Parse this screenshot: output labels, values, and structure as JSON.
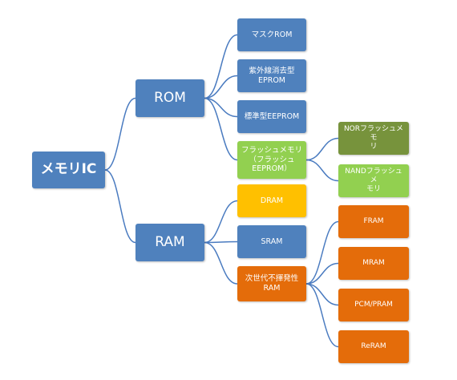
{
  "colors": {
    "blue": "#4f81bd",
    "green_dark": "#77933c",
    "green_light": "#92d050",
    "yellow": "#ffc000",
    "orange": "#e46c0a",
    "connector": "#4a7bc0"
  },
  "nodes": {
    "root": {
      "label": "メモリIC",
      "color": "#4f81bd"
    },
    "rom": {
      "label": "ROM",
      "color": "#4f81bd"
    },
    "ram": {
      "label": "RAM",
      "color": "#4f81bd"
    },
    "mask_rom": {
      "label": "マスクROM",
      "color": "#4f81bd"
    },
    "uv_eprom": {
      "label": "紫外線消去型\nEPROM",
      "color": "#4f81bd"
    },
    "std_eeprom": {
      "label": "標準型EEPROM",
      "color": "#4f81bd"
    },
    "flash": {
      "label": "フラッシュメモリ\n（フラッシュ\nEEPROM）",
      "color": "#92d050"
    },
    "dram": {
      "label": "DRAM",
      "color": "#ffc000"
    },
    "sram": {
      "label": "SRAM",
      "color": "#4f81bd"
    },
    "next_gen": {
      "label": "次世代不揮発性\nRAM",
      "color": "#e46c0a"
    },
    "nor": {
      "label": "NORフラッシュメモ\nリ",
      "color": "#77933c"
    },
    "nand": {
      "label": "NANDフラッシュメ\nモリ",
      "color": "#92d050"
    },
    "fram": {
      "label": "FRAM",
      "color": "#e46c0a"
    },
    "mram": {
      "label": "MRAM",
      "color": "#e46c0a"
    },
    "pcm": {
      "label": "PCM/PRAM",
      "color": "#e46c0a"
    },
    "reram": {
      "label": "ReRAM",
      "color": "#e46c0a"
    }
  },
  "edges": [
    [
      "root",
      "rom"
    ],
    [
      "root",
      "ram"
    ],
    [
      "rom",
      "mask_rom"
    ],
    [
      "rom",
      "uv_eprom"
    ],
    [
      "rom",
      "std_eeprom"
    ],
    [
      "rom",
      "flash"
    ],
    [
      "ram",
      "dram"
    ],
    [
      "ram",
      "sram"
    ],
    [
      "ram",
      "next_gen"
    ],
    [
      "flash",
      "nor"
    ],
    [
      "flash",
      "nand"
    ],
    [
      "next_gen",
      "fram"
    ],
    [
      "next_gen",
      "mram"
    ],
    [
      "next_gen",
      "pcm"
    ],
    [
      "next_gen",
      "reram"
    ]
  ]
}
